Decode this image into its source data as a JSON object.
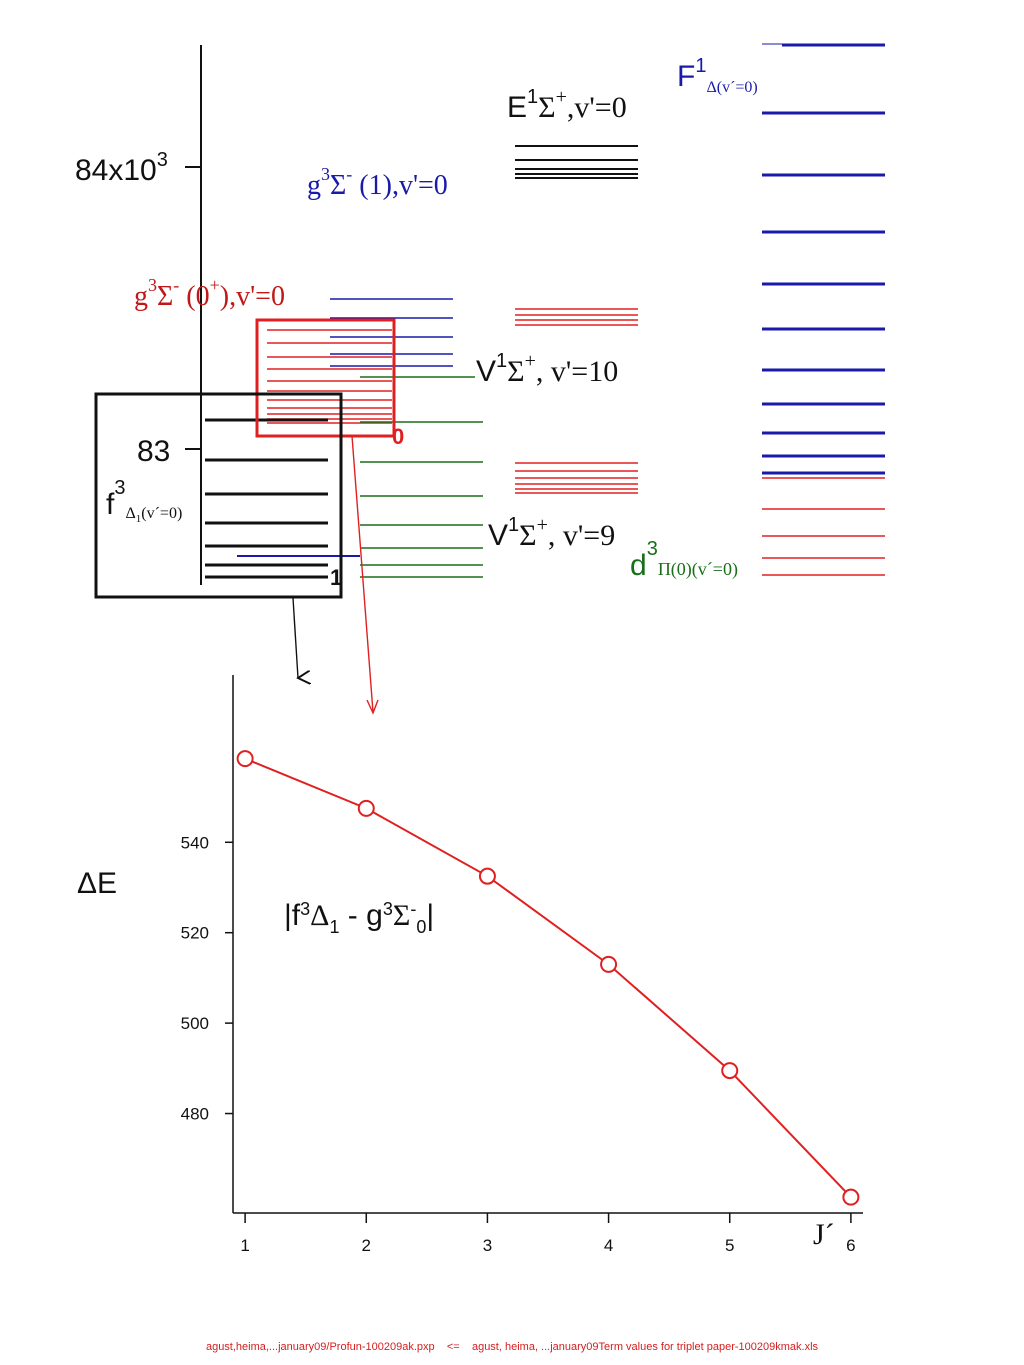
{
  "colors": {
    "black": "#111111",
    "red": "#e02020",
    "blue": "#1a1aaa",
    "green": "#1a6e1a"
  },
  "upper": {
    "tick_top": {
      "base": "84x10",
      "sup": "3"
    },
    "tick_mid": "83",
    "states": {
      "F": {
        "main": "F",
        "sup": "1",
        "sub": "Δ(v´=0)"
      },
      "E": {
        "main": "E",
        "sup": "1",
        "sym": "Σ",
        "sup2": "+",
        "tail": ",v'=0"
      },
      "g1": {
        "main": "g",
        "sup": "3",
        "sym": "Σ",
        "sup2": "-",
        "tail": " (1),v'=0"
      },
      "g0": {
        "main": "g",
        "sup": "3",
        "sym": "Σ",
        "sup2": "-",
        "tail_a": " (0",
        "sup3": "+",
        "tail_b": "),v'=0"
      },
      "V10": {
        "main": "V",
        "sup": "1",
        "sym": "Σ",
        "sup2": "+",
        "tail": ", v'=10"
      },
      "V9": {
        "main": "V",
        "sup": "1",
        "sym": "Σ",
        "sup2": "+",
        "tail": ", v'=9"
      },
      "f": {
        "main": "f",
        "sup": "3",
        "sub": "Δ",
        "subsub": "1",
        "tail": "(v´=0)"
      },
      "d": {
        "main": "d",
        "sup": "3",
        "sub": "Π(0)(v´=0)"
      }
    },
    "marker_zero": "0",
    "marker_one": "1"
  },
  "chart_data": {
    "type": "line",
    "x": [
      1,
      2,
      3,
      4,
      5,
      6
    ],
    "y": [
      558.5,
      547.5,
      532.5,
      513,
      489.5,
      461.5
    ],
    "xticks": [
      1,
      2,
      3,
      4,
      5,
      6
    ],
    "yticks": [
      480,
      500,
      520,
      540
    ],
    "xlim": [
      0.9,
      6.1
    ],
    "ylim": [
      458,
      577
    ],
    "xlabel": "J´",
    "ylabel": "ΔE",
    "annotation": {
      "a": "|f",
      "b": "3",
      "c": "Δ",
      "d": "1",
      "e": " - g",
      "f": "3",
      "g": "Σ",
      "h": "-",
      "i": "0",
      "j": "|"
    },
    "series": [
      {
        "color": "#e02020",
        "marker": "open-circle"
      }
    ]
  },
  "footer": "agust,heima,...january09/Profun-100209ak.pxp    <=    agust, heima, ...january09Term values for triplet paper-100209kmak.xls"
}
